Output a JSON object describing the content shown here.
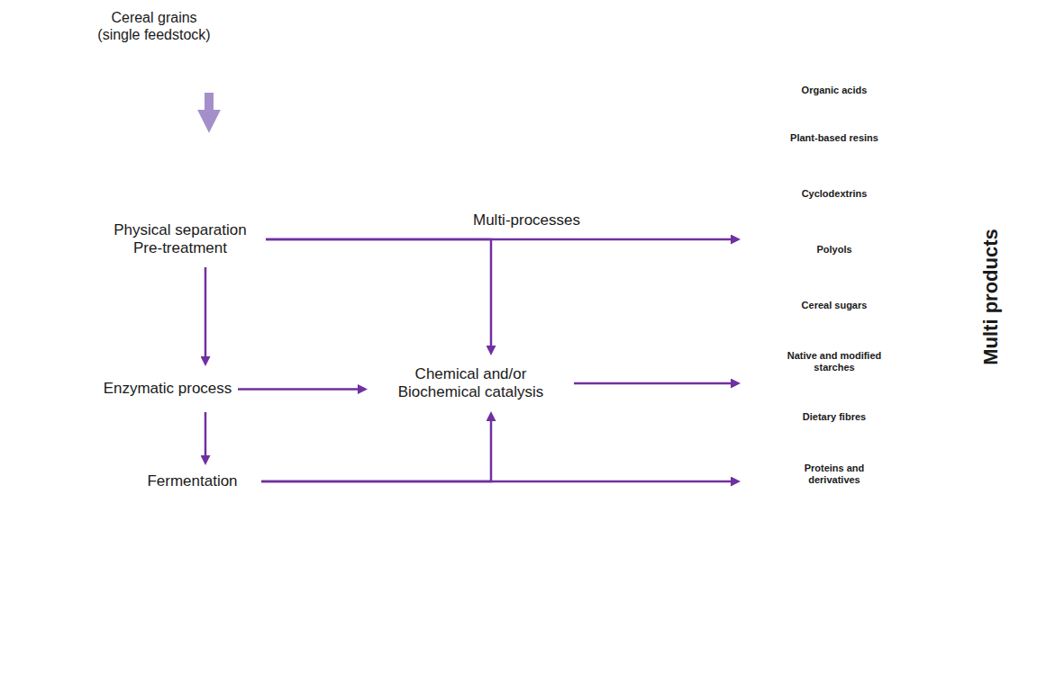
{
  "diagram": {
    "nodes": [
      {
        "text": [
          "Cereal grains (single feedstock)"
        ]
      },
      {
        "text": [
          "Multi-processes"
        ]
      },
      {
        "text": [
          "Physical separation Pre-treatment"
        ],
        "in": 1
      },
      {
        "text": [
          "Enzymatic process"
        ],
        "in": 1
      },
      {
        "text": [
          "Fermentation"
        ],
        "in": 1
      },
      {
        "text": [
          "Chemical and/or Biochemical catalysis"
        ],
        "in": 1
      },
      {
        "text": [
          "Multi products"
        ]
      },
      {
        "text": [
          "Organic acids"
        ],
        "in": 6
      },
      {
        "text": [
          "Plant-based resins"
        ],
        "in": 6
      },
      {
        "text": [
          "Cyclodextrins"
        ],
        "in": 6
      },
      {
        "text": [
          "Polyols"
        ],
        "in": 6
      },
      {
        "text": [
          "Cereal sugars"
        ],
        "in": 6
      },
      {
        "text": [
          "Native and modified starches"
        ],
        "in": 6
      },
      {
        "text": [
          "Dietary fibres"
        ],
        "in": 6
      },
      {
        "text": [
          "Proteins and derivatives"
        ],
        "in": 6
      }
    ],
    "edges": [
      {
        "from": 0,
        "to": 1,
        "arrow": "to"
      },
      {
        "from": 2,
        "to": 3,
        "arrow": "to"
      },
      {
        "from": 3,
        "to": 4,
        "arrow": "to"
      },
      {
        "from": 2,
        "to": 5,
        "arrow": "to"
      },
      {
        "from": 2,
        "to": 6,
        "arrow": "to"
      },
      {
        "from": 3,
        "to": 5,
        "arrow": "to"
      },
      {
        "from": 4,
        "to": 5,
        "arrow": "to"
      },
      {
        "from": 4,
        "to": 6,
        "arrow": "to"
      },
      {
        "from": 5,
        "to": 6,
        "arrow": "to"
      }
    ]
  }
}
